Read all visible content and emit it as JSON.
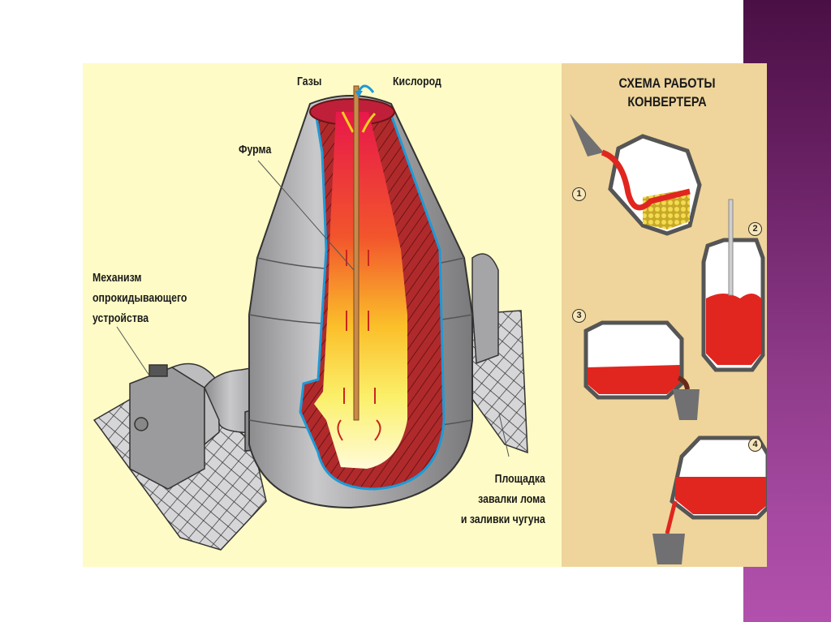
{
  "slide": {
    "background": "#ffffff",
    "accent_stripe_color": "#8f3b8a"
  },
  "diagram": {
    "main_labels": {
      "gases": "Газы",
      "oxygen": "Кислород",
      "lance": "Фурма",
      "tilt_mechanism": [
        "Механизм",
        "опрокидывающего",
        "устройства"
      ],
      "platform": [
        "Площадка",
        "завалки лома",
        "и заливки чугуна"
      ]
    },
    "scheme": {
      "title": [
        "СХЕМА РАБОТЫ",
        "КОНВЕРТЕРА"
      ],
      "steps": [
        {
          "number": "1",
          "name": "charging"
        },
        {
          "number": "2",
          "name": "oxygen-blowing"
        },
        {
          "number": "3",
          "name": "steel-tapping"
        },
        {
          "number": "4",
          "name": "slag-pouring"
        }
      ]
    },
    "colors": {
      "left_panel_bg": "#fefbc6",
      "right_panel_bg": "#efd59b",
      "shell_gray": "#a9a9ab",
      "brick_red": "#a8262a",
      "insulation_blue": "#1e9ad6",
      "molten_red": "#e0261f",
      "flame_yellow": "#fbe84a",
      "lance_copper": "#c98a4b",
      "scrap_yellow": "#e7c93a"
    }
  }
}
